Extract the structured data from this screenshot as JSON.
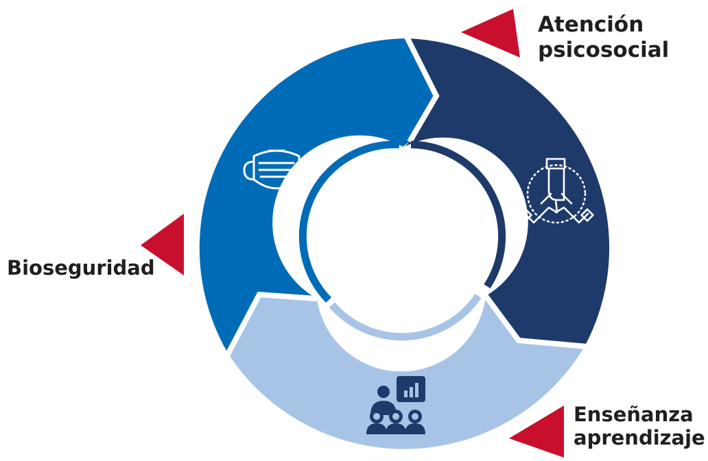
{
  "diagram": {
    "segments": [
      {
        "name": "Atención psicosocial",
        "color": "#1e3a6a",
        "icon": "hands-together-icon"
      },
      {
        "name": "Enseñanza aprendizaje",
        "color": "#a7c4e6",
        "icon": "group-presentation-icon"
      },
      {
        "name": "Bioseguridad",
        "color": "#006bb6",
        "icon": "face-mask-icon"
      }
    ],
    "arrow_color": "#c8102e"
  },
  "labels": {
    "atencion": {
      "line1": "Atención",
      "line2": "psicosocial"
    },
    "bioseguridad": {
      "line1": "Bioseguridad"
    },
    "ensenanza": {
      "line1": "Enseñanza",
      "line2": "aprendizaje"
    }
  }
}
